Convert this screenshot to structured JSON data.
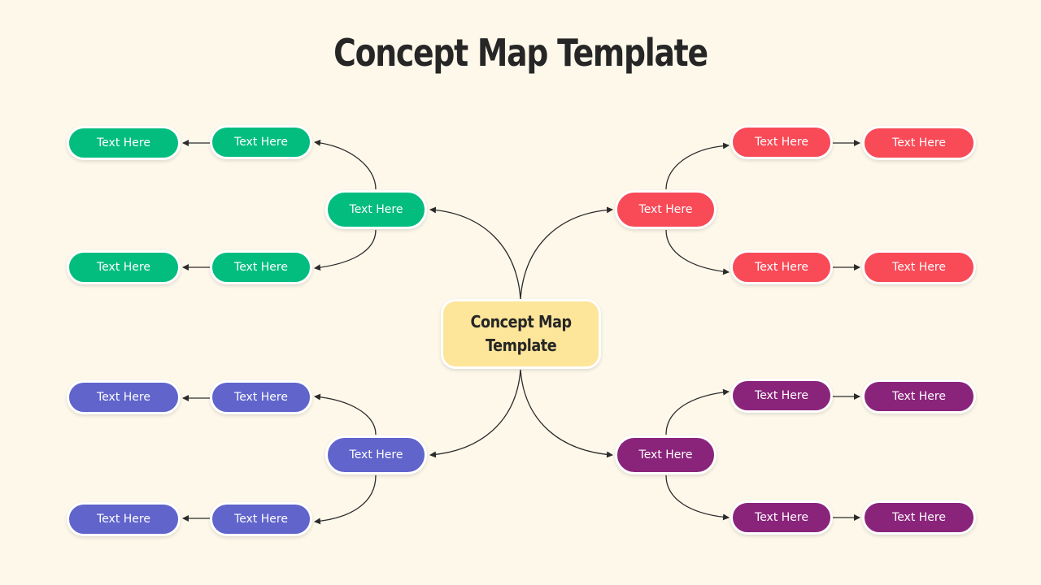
{
  "title": "Concept Map Template",
  "colors": {
    "background": "#fdf8ea",
    "center": "#fde59a",
    "green": "#03bd7f",
    "red": "#f84a57",
    "blue": "#6064cb",
    "purple": "#8a247b",
    "connector": "#2b2b2b"
  },
  "center_node": {
    "line1": "Concept Map",
    "line2": "Template"
  },
  "branches": {
    "top_left": {
      "color": "green",
      "mid": "Text Here",
      "upper_inner": "Text Here",
      "upper_outer": "Text Here",
      "lower_inner": "Text Here",
      "lower_outer": "Text Here"
    },
    "top_right": {
      "color": "red",
      "mid": "Text Here",
      "upper_inner": "Text Here",
      "upper_outer": "Text Here",
      "lower_inner": "Text Here",
      "lower_outer": "Text Here"
    },
    "bottom_left": {
      "color": "blue",
      "mid": "Text Here",
      "upper_inner": "Text Here",
      "upper_outer": "Text Here",
      "lower_inner": "Text Here",
      "lower_outer": "Text Here"
    },
    "bottom_right": {
      "color": "purple",
      "mid": "Text Here",
      "upper_inner": "Text Here",
      "upper_outer": "Text Here",
      "lower_inner": "Text Here",
      "lower_outer": "Text Here"
    }
  }
}
